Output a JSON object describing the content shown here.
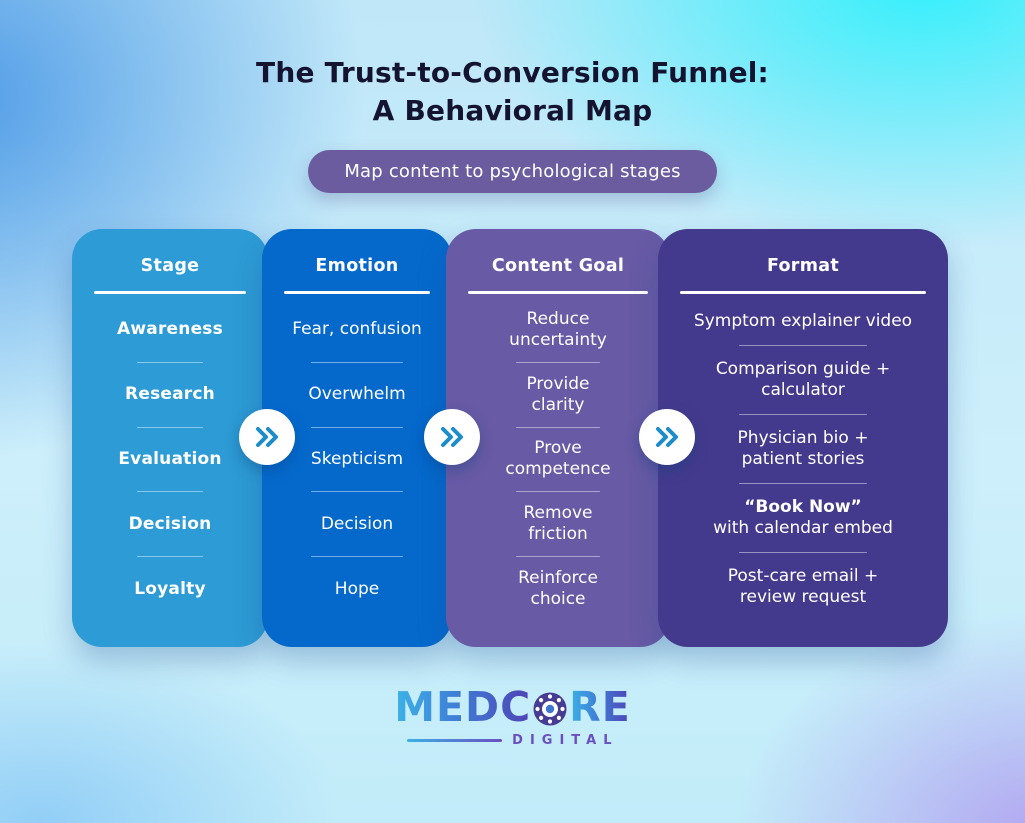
{
  "title": {
    "line1": "The Trust-to-Conversion Funnel:",
    "line2": "A Behavioral Map"
  },
  "subtitle": {
    "label": "Map content to psychological stages"
  },
  "columns": [
    {
      "id": "stage",
      "header": "Stage",
      "color": "#2d9bd5",
      "items": [
        {
          "text": "Awareness"
        },
        {
          "text": "Research"
        },
        {
          "text": "Evaluation"
        },
        {
          "text": "Decision"
        },
        {
          "text": "Loyalty"
        }
      ]
    },
    {
      "id": "emotion",
      "header": "Emotion",
      "color": "#0569cc",
      "items": [
        {
          "text": "Fear, confusion"
        },
        {
          "text": "Overwhelm"
        },
        {
          "text": "Skepticism"
        },
        {
          "text": "Decision"
        },
        {
          "text": "Hope"
        }
      ]
    },
    {
      "id": "content-goal",
      "header": "Content Goal",
      "color": "#685aa5",
      "items": [
        {
          "text": "Reduce uncertainty"
        },
        {
          "text": "Provide clarity"
        },
        {
          "text": "Prove competence"
        },
        {
          "text": "Remove friction"
        },
        {
          "text": "Reinforce choice"
        }
      ]
    },
    {
      "id": "format",
      "header": "Format",
      "color": "#443a8d",
      "items": [
        {
          "text": "Symptom explainer video"
        },
        {
          "text": "Comparison guide + calculator"
        },
        {
          "text": "Physician bio + patient stories"
        },
        {
          "bold": "“Book Now”",
          "text": "with calendar embed"
        },
        {
          "text": "Post-care email + review request"
        }
      ]
    }
  ],
  "arrows": {
    "icon": "double-chevron-right",
    "color": "#1d8dc9"
  },
  "logo": {
    "part1": "MEDC",
    "part2": "RE",
    "sub": "DIGITAL"
  },
  "colors": {
    "background_blue": "#4a98e6",
    "background_cyan": "#2ef0fc",
    "background_purple": "#ac8cee",
    "subtitle_pill": "#6a5c9e",
    "title_text": "#141431",
    "logo_gradient_start": "#3cb3e8",
    "logo_gradient_end": "#4f43b5"
  }
}
